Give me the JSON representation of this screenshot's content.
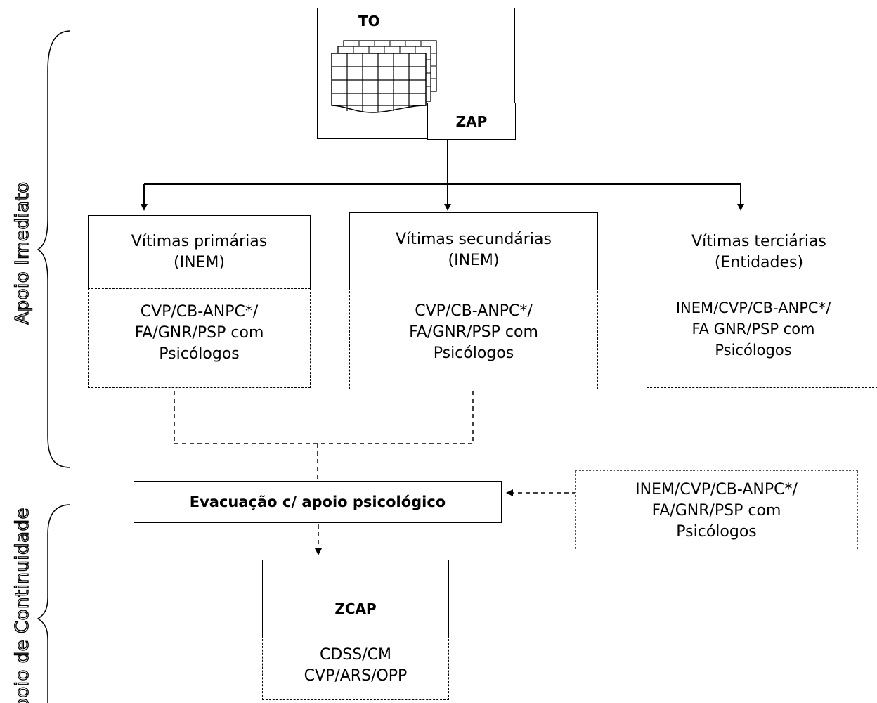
{
  "side_labels": {
    "immediate": "Apoio Imediato",
    "continuity": "Apoio de Continuidade"
  },
  "top": {
    "title": "TO",
    "zone": "ZAP"
  },
  "victims": [
    {
      "title": "Vítimas primárias",
      "sub": "(INEM)",
      "teams": [
        "CVP/CB-ANPC*/",
        "FA/GNR/PSP com",
        "Psicólogos"
      ]
    },
    {
      "title": "Vítimas secundárias",
      "sub": "(INEM)",
      "teams": [
        "CVP/CB-ANPC*/",
        "FA/GNR/PSP com",
        "Psicólogos"
      ]
    },
    {
      "title": "Vítimas terciárias",
      "sub": "(Entidades)",
      "teams": [
        "INEM/CVP/CB-ANPC*/",
        "FA GNR/PSP com",
        "Psicólogos"
      ]
    }
  ],
  "evacuation": {
    "label": "Evacuação c/ apoio psicológico",
    "support": [
      "INEM/CVP/CB-ANPC*/",
      "FA/GNR/PSP com",
      "Psicólogos"
    ]
  },
  "zcap": {
    "title": "ZCAP",
    "teams": [
      "CDSS/CM",
      "CVP/ARS/OPP"
    ]
  }
}
